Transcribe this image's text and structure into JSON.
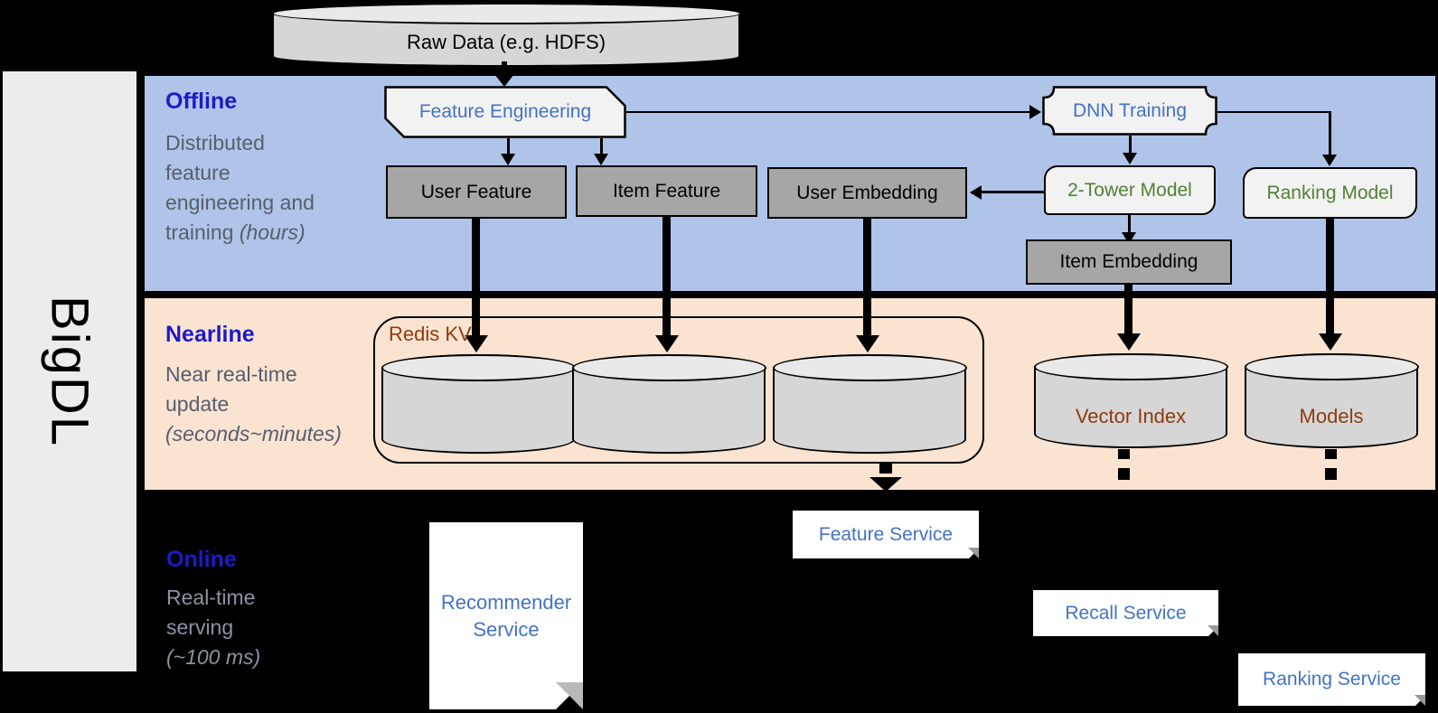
{
  "colors": {
    "background": "#000000",
    "sidebar_bg": "#ECECEC",
    "offline_band": "#AFC4E8",
    "nearline_band": "#FBE3D1",
    "box_light": "#F2F2F2",
    "box_dark": "#A6A6A6",
    "cylinder_body": "#D6D6D6",
    "cylinder_top": "#E9E9E9",
    "service_bg": "#FFFFFF",
    "blue_text": "#4472C4",
    "green_text": "#538135",
    "brown_text": "#8E3B10",
    "section_title_blue": "#1B1BC8",
    "section_desc_gray": "#565F6E",
    "line_black": "#000000"
  },
  "sidebar": {
    "label": "BigDL"
  },
  "datastore": {
    "raw_data": "Raw Data (e.g. HDFS)"
  },
  "sections": {
    "offline": {
      "title": "Offline",
      "desc_line1": "Distributed",
      "desc_line2": "feature",
      "desc_line3": "engineering and",
      "desc_line4_normal": "training ",
      "desc_line4_italic": "(hours)"
    },
    "nearline": {
      "title": "Nearline",
      "desc_line1": "Near real-time",
      "desc_line2": "update",
      "desc_line3_italic": "(seconds~minutes)"
    },
    "online": {
      "title": "Online",
      "desc_line1": "Real-time",
      "desc_line2": "serving",
      "desc_line3_italic": "(~100 ms)"
    }
  },
  "offline_boxes": {
    "feature_engineering": "Feature Engineering",
    "dnn_training": "DNN Training",
    "user_feature": "User Feature",
    "item_feature": "Item Feature",
    "user_embedding": "User Embedding",
    "two_tower_model": "2-Tower Model",
    "ranking_model": "Ranking Model",
    "item_embedding": "Item Embedding"
  },
  "nearline_items": {
    "redis_kv": "Redis KV",
    "vector_index": "Vector Index",
    "models": "Models"
  },
  "online_services": {
    "recommender_service": "Recommender Service",
    "feature_service": "Feature Service",
    "recall_service": "Recall Service",
    "ranking_service": "Ranking Service"
  }
}
